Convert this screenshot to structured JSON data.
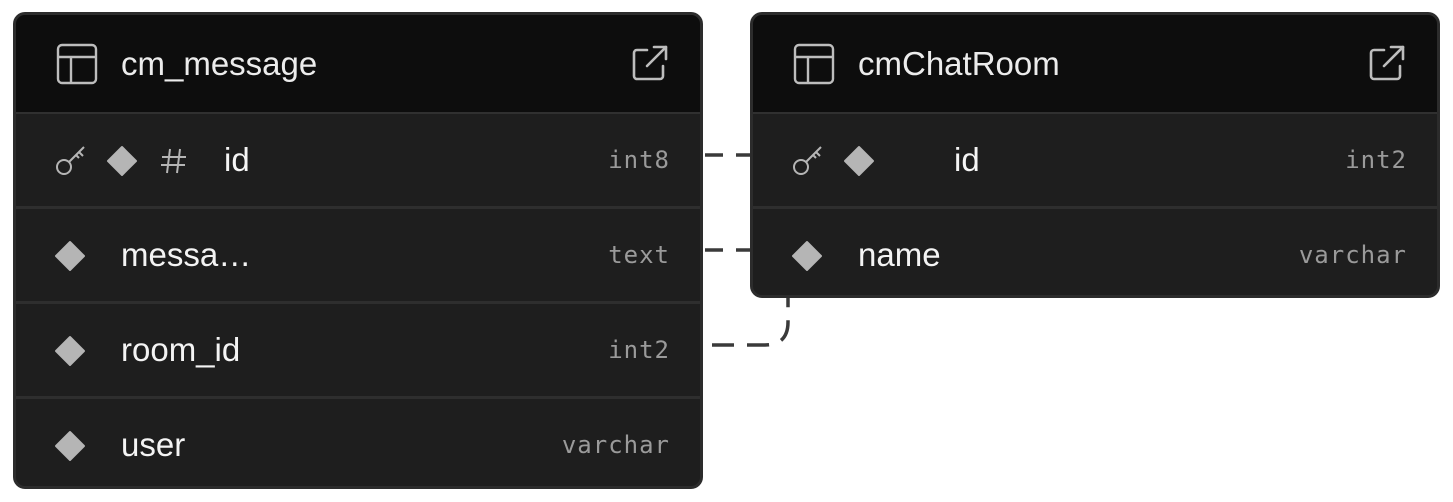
{
  "tables": [
    {
      "name": "cm_message",
      "columns": [
        {
          "name": "id",
          "type": "int8"
        },
        {
          "name": "messa…",
          "type": "text"
        },
        {
          "name": "room_id",
          "type": "int2"
        },
        {
          "name": "user",
          "type": "varchar"
        }
      ]
    },
    {
      "name": "cmChatRoom",
      "columns": [
        {
          "name": "id",
          "type": "int2"
        },
        {
          "name": "name",
          "type": "varchar"
        }
      ]
    }
  ],
  "icons": {
    "table": "table-icon",
    "external": "external-link-icon",
    "primary_key": "key-icon",
    "non_nullable": "diamond-icon",
    "identity": "hash-icon"
  },
  "colors": {
    "card_bg": "#1e1e1e",
    "header_bg": "#0d0d0d",
    "text": "#f4f4f4",
    "type_text": "#9a9a9a",
    "icon": "#b5b5b5",
    "connector": "#3a3a3a"
  }
}
